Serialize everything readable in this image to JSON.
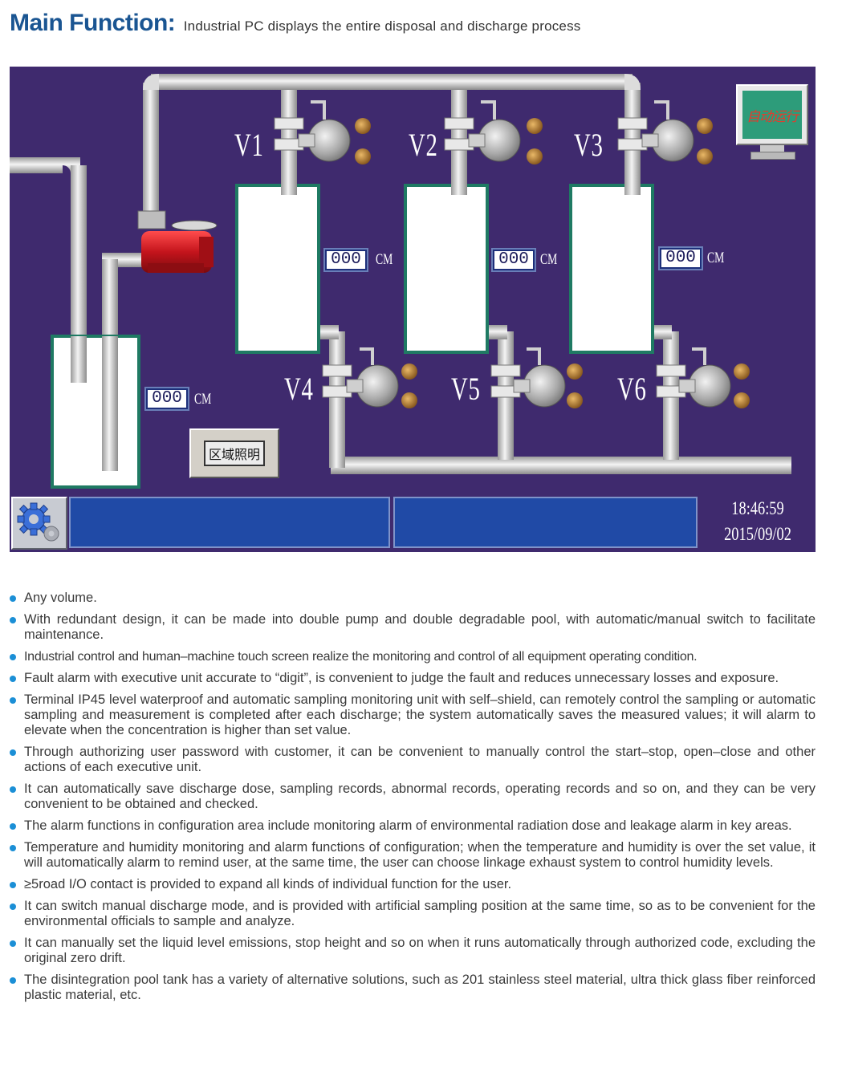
{
  "header": {
    "title": "Main Function:",
    "subtitle": "Industrial PC displays the entire disposal and discharge process"
  },
  "hmi": {
    "valves": [
      {
        "label": "V1"
      },
      {
        "label": "V2"
      },
      {
        "label": "V3"
      },
      {
        "label": "V4"
      },
      {
        "label": "V5"
      },
      {
        "label": "V6"
      }
    ],
    "tank_levels": [
      {
        "value": "000",
        "unit": "CM"
      },
      {
        "value": "000",
        "unit": "CM"
      },
      {
        "value": "000",
        "unit": "CM"
      }
    ],
    "pool_level": {
      "value": "000",
      "unit": "CM"
    },
    "zone_lighting_label": "区域照明",
    "auto_run_label": "自动运行",
    "time": "18:46:59",
    "date": "2015/09/02",
    "colors": {
      "background": "#3f2a6e",
      "status_bar": "#204aa6",
      "pump": "#c4141c",
      "pipe": "#dcdcdc"
    },
    "icons": {
      "settings": "gear-icon",
      "pump": "pump-icon",
      "monitor": "monitor-icon",
      "valve": "valve-icon"
    }
  },
  "features": [
    "Any volume.",
    "With redundant design, it can be made into double pump and double degradable pool, with automatic/manual switch to facilitate maintenance.",
    "Industrial control and human–machine touch screen realize the monitoring and control of all equipment operating condition.",
    "Fault alarm with executive unit accurate to “digit”, is convenient to judge the fault and reduces unnecessary losses and exposure.",
    "Terminal IP45 level waterproof and automatic sampling monitoring unit with self–shield, can remotely control the sampling or automatic sampling and measurement is completed after each discharge; the system automatically saves the measured values; it will alarm to elevate when the concentration is higher than set value.",
    "Through authorizing user password with customer, it can be convenient to manually control the start–stop, open–close and other actions of each executive unit.",
    "It can automatically save discharge dose, sampling records, abnormal records, operating records and so on, and they can be very convenient to be obtained and checked.",
    "The alarm functions in configuration area include monitoring alarm of environmental radiation dose and leakage alarm in key areas.",
    "Temperature and humidity monitoring and alarm functions of configuration; when the temperature and humidity is over the set value, it will automatically alarm to remind user, at the same time, the user can choose linkage exhaust system to control humidity levels.",
    "≥5road I/O contact is provided to expand all kinds of individual function for the user.",
    "It can switch manual discharge mode, and is provided with artificial sampling position at the same time, so as to be convenient for the environmental officials to sample and analyze.",
    "It can manually set the liquid level emissions, stop height and so on when it runs automatically through authorized code, excluding the original zero drift.",
    "The disintegration pool tank has a variety of alternative solutions, such as 201 stainless steel material, ultra thick glass fiber reinforced plastic material, etc."
  ]
}
